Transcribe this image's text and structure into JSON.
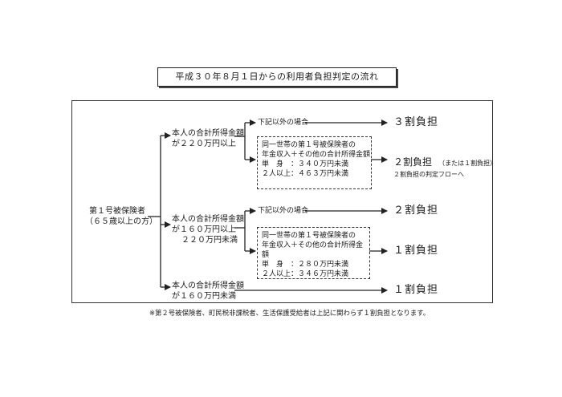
{
  "title": "平成３０年８月１日からの利用者負担判定の流れ",
  "root": {
    "line1": "第１号被保険者",
    "line2": "（６５歳以上の方）"
  },
  "branch1": {
    "condition_line1": "本人の合計所得金額",
    "condition_line2": "が２２０万円以上",
    "other_case": "下記以外の場合",
    "result_other": "３割負担",
    "box": {
      "line1": "同一世帯の第１号被保険者の",
      "line2": "年金収入＋その他の合計所得金額",
      "line3": "単　身　：３４０万円未満",
      "line4": "２人以上：４６３万円未満"
    },
    "result_box": "２割負担",
    "result_box_note": "（または１割負担）",
    "result_box_sub": "２割負担の判定フローへ"
  },
  "branch2": {
    "condition_line1": "本人の合計所得金額",
    "condition_line2": "が１６０万円以上",
    "condition_line3": "２２０万円未満",
    "other_case": "下記以外の場合",
    "result_other": "２割負担",
    "box": {
      "line1": "同一世帯の第１号被保険者の",
      "line2": "年金収入＋その他の合計所得金額",
      "line3": "単　身　：２８０万円未満",
      "line4": "２人以上：３４６万円未満"
    },
    "result_box": "１割負担"
  },
  "branch3": {
    "condition_line1": "本人の合計所得金額",
    "condition_line2": "が１６０万円未満",
    "result": "１割負担"
  },
  "footnote": "※第２号被保険者、町民税非課税者、生活保護受給者は上記に関わらず１割負担となります。"
}
